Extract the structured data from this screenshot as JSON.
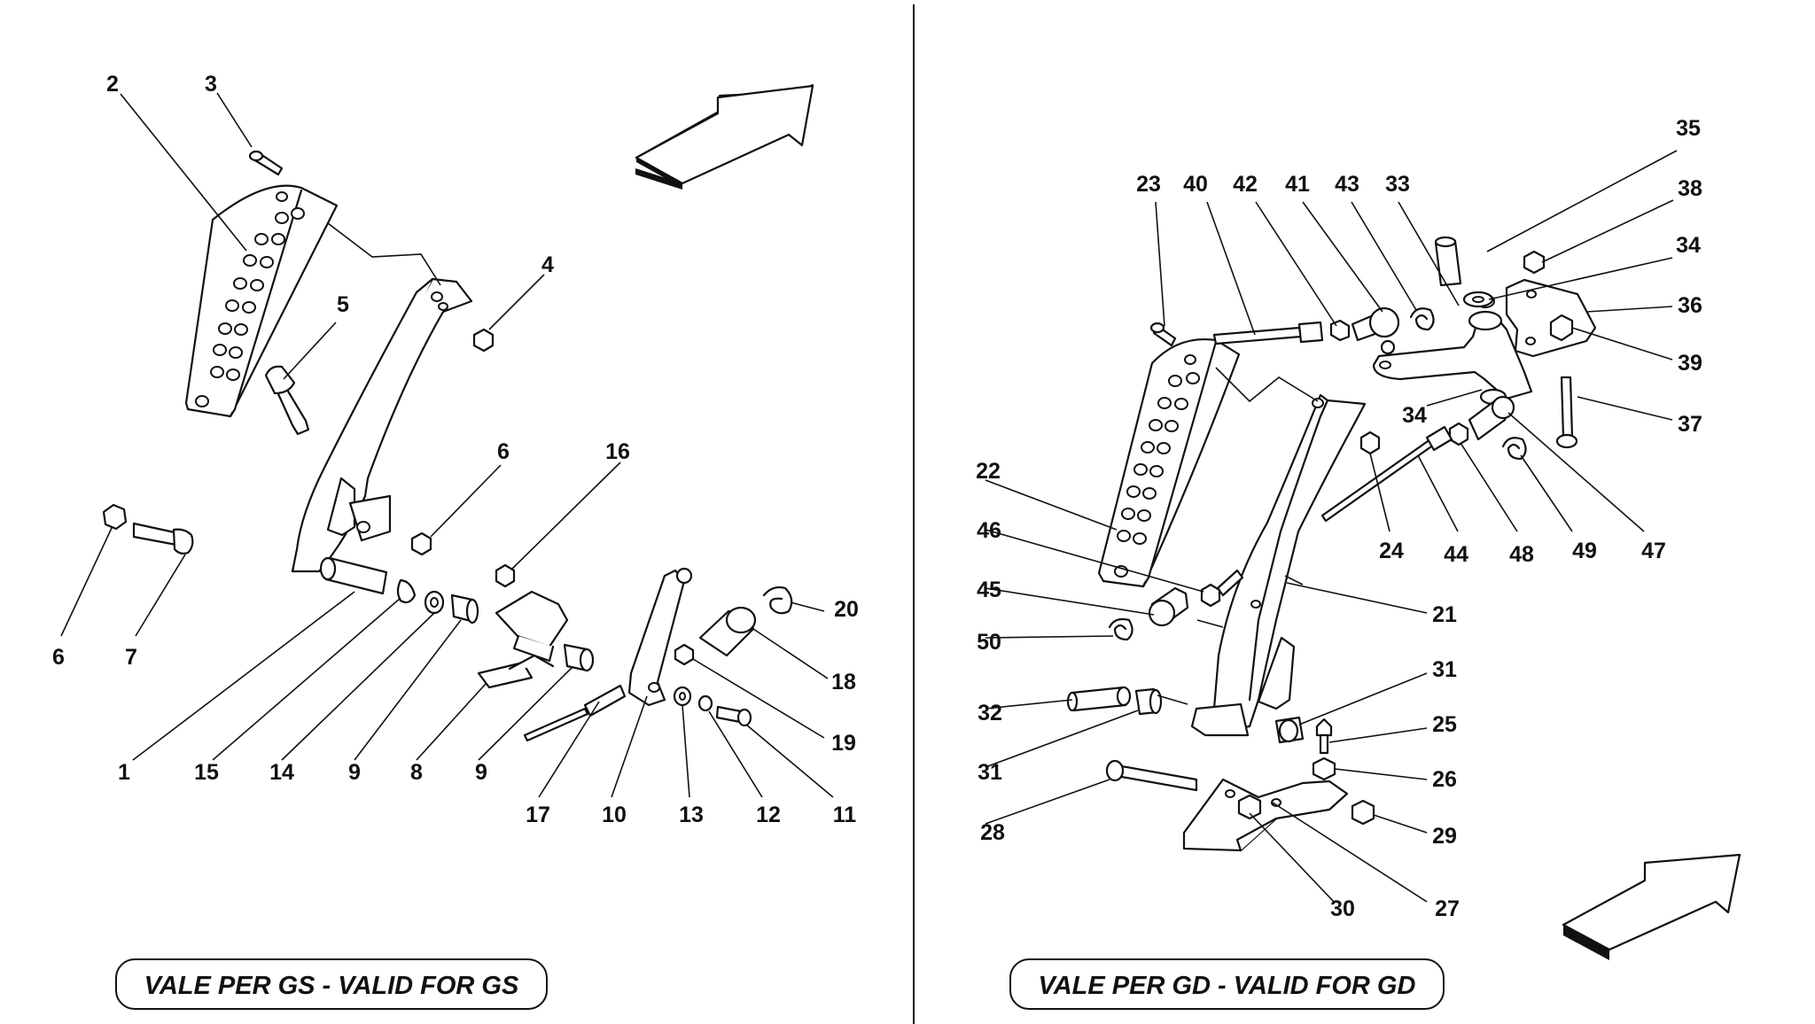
{
  "panels": [
    {
      "caption": "VALE PER GS - VALID FOR GS",
      "callouts": [
        "1",
        "2",
        "3",
        "4",
        "5",
        "6",
        "6",
        "7",
        "8",
        "9",
        "9",
        "10",
        "11",
        "12",
        "13",
        "14",
        "15",
        "16",
        "17",
        "18",
        "19",
        "20"
      ]
    },
    {
      "caption": "VALE PER GD - VALID FOR GD",
      "callouts": [
        "21",
        "22",
        "23",
        "24",
        "25",
        "26",
        "27",
        "28",
        "29",
        "30",
        "31",
        "31",
        "32",
        "33",
        "34",
        "34",
        "35",
        "36",
        "37",
        "38",
        "39",
        "40",
        "41",
        "42",
        "43",
        "44",
        "45",
        "46",
        "47",
        "48",
        "49",
        "50"
      ]
    }
  ],
  "icons": {
    "direction_arrow": "arrow-icon"
  }
}
